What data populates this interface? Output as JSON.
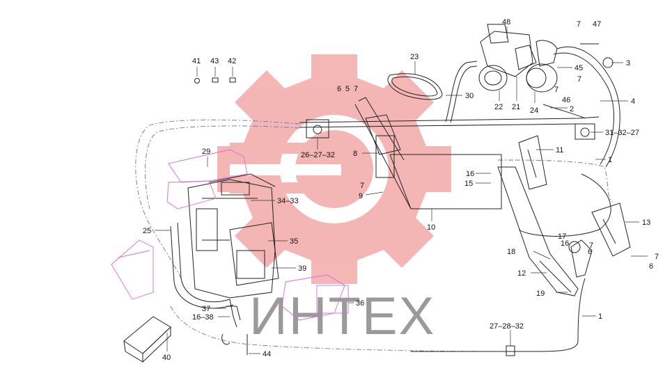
{
  "watermark": {
    "text": "ИНТЕХ",
    "gear_color": "#f3a9a9"
  },
  "callouts": [
    {
      "id": "c41",
      "text": "41"
    },
    {
      "id": "c43",
      "text": "43"
    },
    {
      "id": "c42",
      "text": "42"
    },
    {
      "id": "c48",
      "text": "48"
    },
    {
      "id": "c7a",
      "text": "7"
    },
    {
      "id": "c47",
      "text": "47"
    },
    {
      "id": "c3",
      "text": "3"
    },
    {
      "id": "c23",
      "text": "23"
    },
    {
      "id": "c45",
      "text": "45"
    },
    {
      "id": "c7b",
      "text": "7"
    },
    {
      "id": "c6a",
      "text": "6"
    },
    {
      "id": "c5",
      "text": "5"
    },
    {
      "id": "c7c",
      "text": "7"
    },
    {
      "id": "c30",
      "text": "30"
    },
    {
      "id": "c22",
      "text": "22"
    },
    {
      "id": "c21",
      "text": "21"
    },
    {
      "id": "c24",
      "text": "24"
    },
    {
      "id": "c7d",
      "text": "7"
    },
    {
      "id": "c46",
      "text": "46"
    },
    {
      "id": "c4",
      "text": "4"
    },
    {
      "id": "c2",
      "text": "2"
    },
    {
      "id": "c31",
      "text": "31–32–27"
    },
    {
      "id": "c26",
      "text": "26–27–32"
    },
    {
      "id": "c11",
      "text": "11"
    },
    {
      "id": "c8",
      "text": "8"
    },
    {
      "id": "c1a",
      "text": "1"
    },
    {
      "id": "c29",
      "text": "29"
    },
    {
      "id": "c16a",
      "text": "16"
    },
    {
      "id": "c15",
      "text": "15"
    },
    {
      "id": "c7e",
      "text": "7"
    },
    {
      "id": "c9",
      "text": "9"
    },
    {
      "id": "c34",
      "text": "34–33"
    },
    {
      "id": "c10",
      "text": "10"
    },
    {
      "id": "c13",
      "text": "13"
    },
    {
      "id": "c25",
      "text": "25"
    },
    {
      "id": "c17",
      "text": "17"
    },
    {
      "id": "c35",
      "text": "35"
    },
    {
      "id": "c16b",
      "text": "16"
    },
    {
      "id": "c7f",
      "text": "7"
    },
    {
      "id": "c6b",
      "text": "6"
    },
    {
      "id": "c18",
      "text": "18"
    },
    {
      "id": "c7g",
      "text": "7"
    },
    {
      "id": "c6c",
      "text": "6"
    },
    {
      "id": "c39",
      "text": "39"
    },
    {
      "id": "c12",
      "text": "12"
    },
    {
      "id": "c19",
      "text": "19"
    },
    {
      "id": "c37",
      "text": "37"
    },
    {
      "id": "c36",
      "text": "36"
    },
    {
      "id": "c16c",
      "text": "16–38"
    },
    {
      "id": "c1b",
      "text": "1"
    },
    {
      "id": "c27",
      "text": "27–28–32"
    },
    {
      "id": "c40",
      "text": "40"
    },
    {
      "id": "c44",
      "text": "44"
    }
  ]
}
